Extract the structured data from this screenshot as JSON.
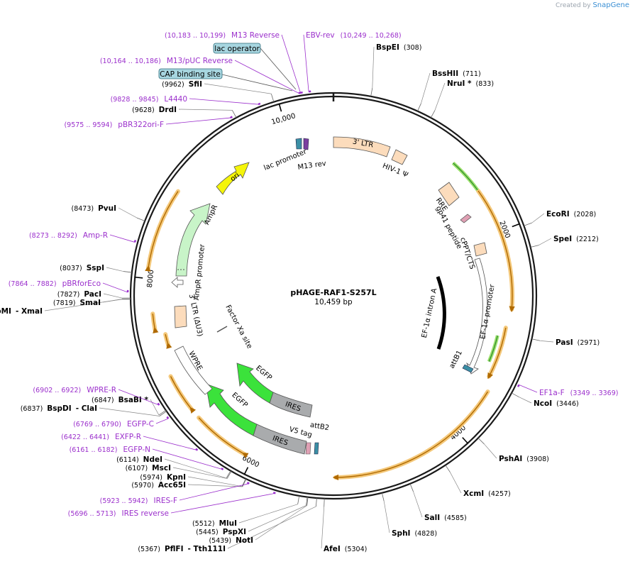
{
  "plasmid": {
    "name": "pHAGE-RAF1-S257L",
    "size_label": "10,459 bp",
    "length_bp": 10459
  },
  "branding": {
    "prefix": "Created by",
    "product": "SnapGene"
  },
  "colors": {
    "backbone": "#1a1a1a",
    "primer": "#9b2fcc",
    "enzyme_text": "#000000",
    "orf": "#f4c87a",
    "orf_dark": "#b06a00",
    "egfp": "#3be23b",
    "ampr": "#c8f4c8",
    "ori": "#f5f50a",
    "ltr": "#fcdcbc",
    "ires": "#a9abad",
    "promoter_white": "#ffffff",
    "lac_teal": "#3b8fa5",
    "boxed_label_fill": "#a7d6e0"
  },
  "ticks": [
    {
      "bp": 2000,
      "label": "2000"
    },
    {
      "bp": 4000,
      "label": "4000"
    },
    {
      "bp": 6000,
      "label": "6000"
    },
    {
      "bp": 8000,
      "label": "8000"
    },
    {
      "bp": 10000,
      "label": "10,000"
    }
  ],
  "enzymes": [
    {
      "name": "BspEI",
      "pos": "(308)",
      "bp": 308
    },
    {
      "name": "BssHII",
      "pos": "(711)",
      "bp": 711
    },
    {
      "name": "NruI *",
      "pos": "(833)",
      "bp": 833
    },
    {
      "name": "EcoRI",
      "pos": "(2028)",
      "bp": 2028
    },
    {
      "name": "SpeI",
      "pos": "(2212)",
      "bp": 2212
    },
    {
      "name": "PasI",
      "pos": "(2971)",
      "bp": 2971
    },
    {
      "name": "NcoI",
      "pos": "(3446)",
      "bp": 3446
    },
    {
      "name": "PshAI",
      "pos": "(3908)",
      "bp": 3908
    },
    {
      "name": "XcmI",
      "pos": "(4257)",
      "bp": 4257
    },
    {
      "name": "SalI",
      "pos": "(4585)",
      "bp": 4585
    },
    {
      "name": "SphI",
      "pos": "(4828)",
      "bp": 4828
    },
    {
      "name": "AfeI",
      "pos": "(5304)",
      "bp": 5304
    },
    {
      "name": "PflFI",
      "extra": "Tth111I",
      "pos": "(5367)",
      "bp": 5367
    },
    {
      "name": "NotI",
      "pos": "(5439)",
      "bp": 5439
    },
    {
      "name": "PspXI",
      "pos": "(5445)",
      "bp": 5445
    },
    {
      "name": "MluI",
      "pos": "(5512)",
      "bp": 5512
    },
    {
      "name": "Acc65I",
      "pos": "(5970)",
      "bp": 5970
    },
    {
      "name": "KpnI",
      "pos": "(5974)",
      "bp": 5974
    },
    {
      "name": "MscI",
      "pos": "(6107)",
      "bp": 6107
    },
    {
      "name": "NdeI",
      "pos": "(6114)",
      "bp": 6114
    },
    {
      "name": "BspDI",
      "extra": "ClaI",
      "pos": "(6837)",
      "bp": 6837
    },
    {
      "name": "BsaBI *",
      "pos": "(6847)",
      "bp": 6847
    },
    {
      "name": "TspMI",
      "extra": "XmaI",
      "pos": "(7817)",
      "bp": 7817
    },
    {
      "name": "SmaI",
      "pos": "(7819)",
      "bp": 7819
    },
    {
      "name": "PacI",
      "pos": "(7827)",
      "bp": 7827
    },
    {
      "name": "SspI",
      "pos": "(8037)",
      "bp": 8037
    },
    {
      "name": "PvuI",
      "pos": "(8473)",
      "bp": 8473
    },
    {
      "name": "DrdI",
      "pos": "(9628)",
      "bp": 9628
    },
    {
      "name": "SfiI",
      "pos": "(9962)",
      "bp": 9962
    }
  ],
  "primers": [
    {
      "name": "EF1a-F",
      "range": "(3349 .. 3369)"
    },
    {
      "name": "IRES reverse",
      "range": "(5696 .. 5713)"
    },
    {
      "name": "IRES-F",
      "range": "(5923 .. 5942)"
    },
    {
      "name": "EGFP-N",
      "range": "(6161 .. 6182)"
    },
    {
      "name": "EXFP-R",
      "range": "(6422 .. 6441)"
    },
    {
      "name": "EGFP-C",
      "range": "(6769 .. 6790)"
    },
    {
      "name": "WPRE-R",
      "range": "(6902 .. 6922)"
    },
    {
      "name": "pBRforEco",
      "range": "(7864 .. 7882)"
    },
    {
      "name": "Amp-R",
      "range": "(8273 .. 8292)"
    },
    {
      "name": "pBR322ori-F",
      "range": "(9575 .. 9594)"
    },
    {
      "name": "L4440",
      "range": "(9828 .. 9845)"
    },
    {
      "name": "M13/pUC Reverse",
      "range": "(10,164 .. 10,186)"
    },
    {
      "name": "M13 Reverse",
      "range": "(10,183 .. 10,199)"
    },
    {
      "name": "EBV-rev",
      "range": "(10,249 .. 10,268)"
    }
  ],
  "boxed_features": [
    {
      "name": "lac operator"
    },
    {
      "name": "CAP binding site"
    }
  ],
  "inner_labels": [
    {
      "text": "3' LTR"
    },
    {
      "text": "HIV-1 Ψ"
    },
    {
      "text": "RRE"
    },
    {
      "text": "gp41 peptide"
    },
    {
      "text": "cPPT/CTS"
    },
    {
      "text": "EF-1α promoter"
    },
    {
      "text": "EF-1α intron A"
    },
    {
      "text": "attB1"
    },
    {
      "text": "IRES"
    },
    {
      "text": "EGFP"
    },
    {
      "text": "attB2"
    },
    {
      "text": "V5 tag"
    },
    {
      "text": "Factor Xa site"
    },
    {
      "text": "WPRE"
    },
    {
      "text": "3' LTR (ΔU3)"
    },
    {
      "text": "AmpR promoter"
    },
    {
      "text": "AmpR"
    },
    {
      "text": "ori"
    },
    {
      "text": "lac promoter"
    },
    {
      "text": "M13 rev"
    }
  ]
}
